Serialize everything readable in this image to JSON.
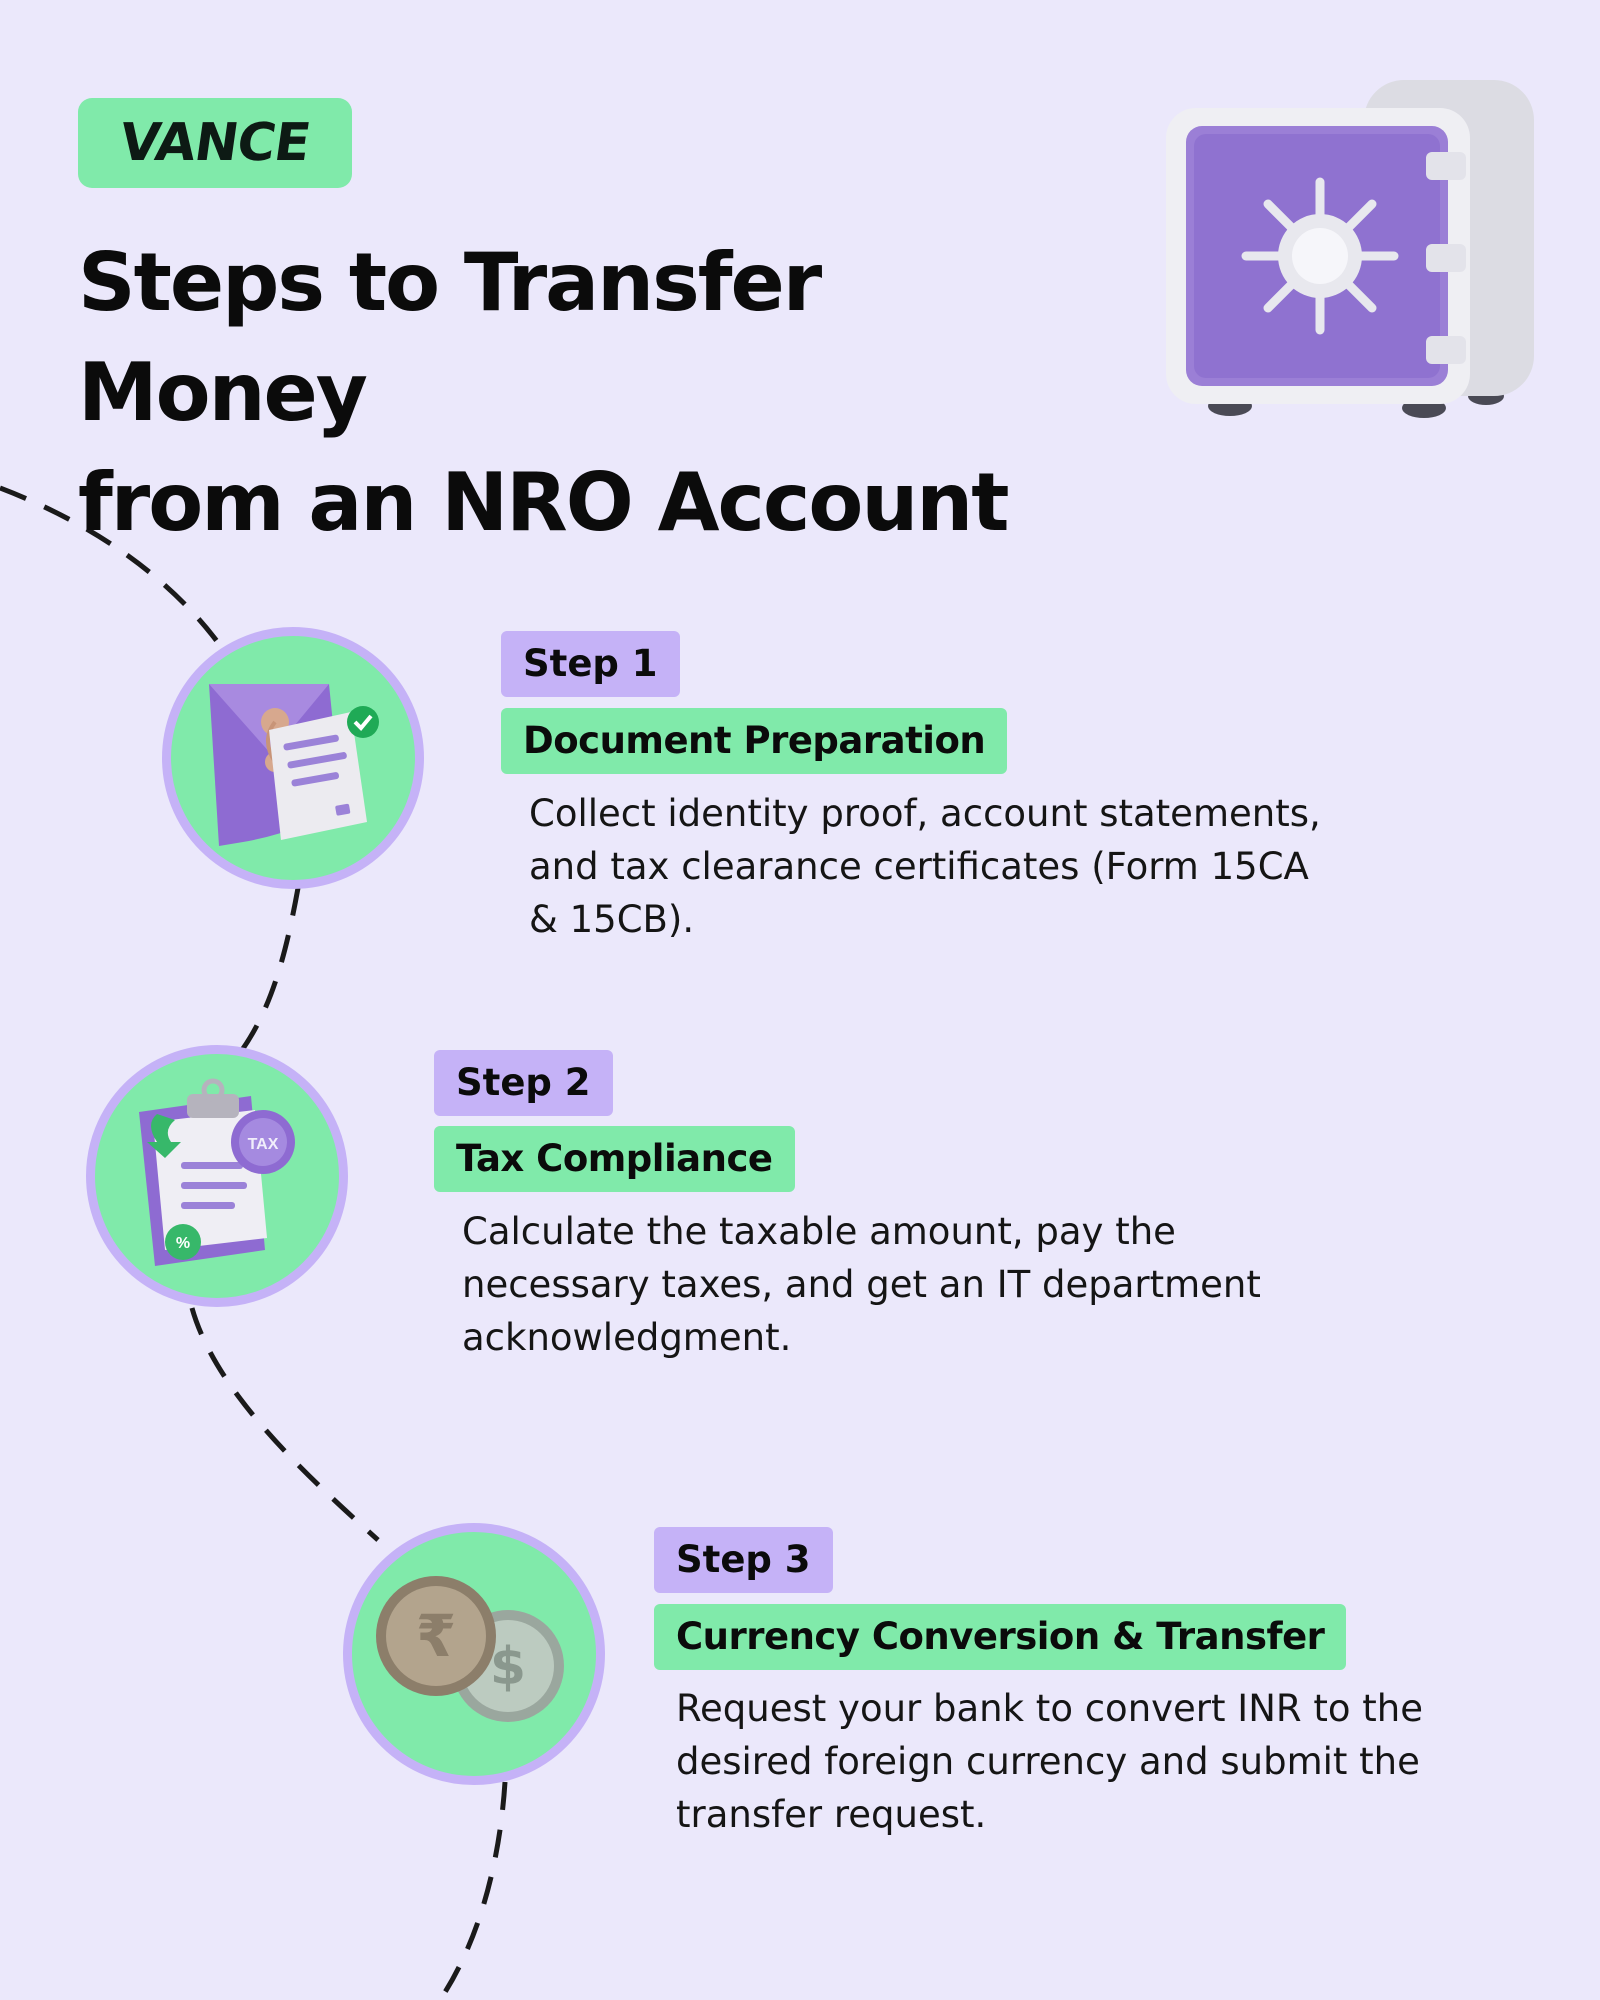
{
  "brand": {
    "logo_text": "VANCE",
    "accent_green": "#80eaaa",
    "accent_purple": "#c5b2f7",
    "background": "#ebe8fb"
  },
  "header": {
    "title_line1": "Steps to Transfer Money",
    "title_line2": "from an NRO Account",
    "illustration": "safe-icon"
  },
  "steps": [
    {
      "badge": "Step 1",
      "title": "Document Preparation",
      "description": "Collect identity proof, account statements, and tax clearance certificates (Form 15CA & 15CB).",
      "icon": "document-envelope-icon"
    },
    {
      "badge": "Step 2",
      "title": "Tax Compliance",
      "description": "Calculate the taxable amount, pay the necessary taxes, and get an IT department acknowledgment.",
      "icon": "tax-clipboard-icon"
    },
    {
      "badge": "Step 3",
      "title": "Currency Conversion & Transfer",
      "description": "Request your bank to convert INR to the desired foreign currency and submit the transfer request.",
      "icon": "currency-coins-icon"
    }
  ],
  "coin_symbols": {
    "rupee": "₹",
    "dollar": "$"
  },
  "icon_labels": {
    "tax": "TAX",
    "percent": "%"
  }
}
